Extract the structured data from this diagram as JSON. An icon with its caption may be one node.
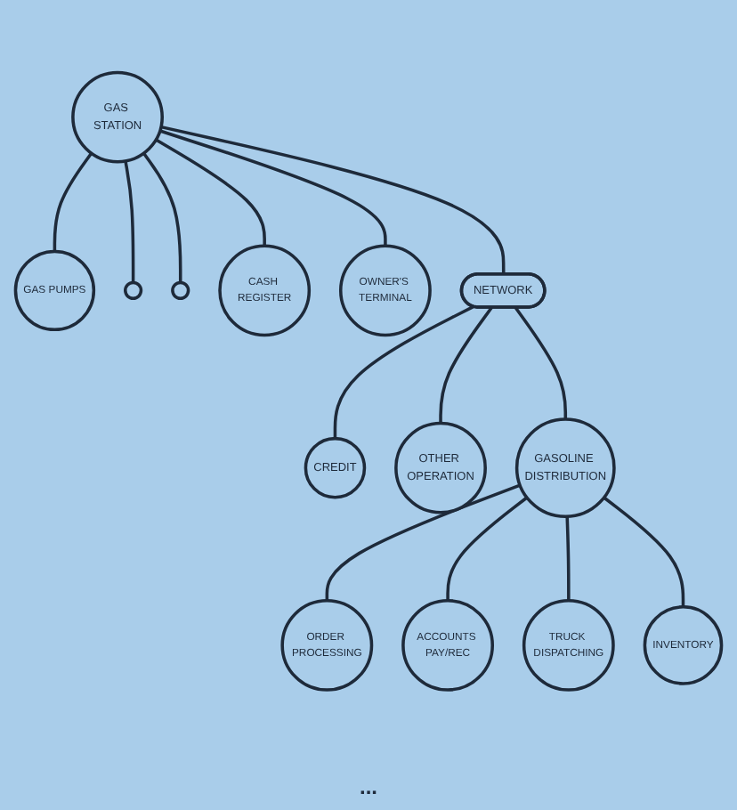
{
  "diagram": {
    "nodes": [
      {
        "text": [
          "GAS STATION"
        ]
      },
      {
        "text": [
          "GAS PUMPS"
        ]
      },
      {
        "text": [],
        "shape": "circle"
      },
      {
        "text": [],
        "shape": "circle"
      },
      {
        "text": [
          "CASH REGISTER"
        ]
      },
      {
        "text": [
          "OWNER'S TERMINAL"
        ]
      },
      {
        "text": [
          "NETWORK"
        ]
      },
      {
        "text": [
          "CREDIT"
        ]
      },
      {
        "text": [
          "OTHER OPERATION"
        ]
      },
      {
        "text": [
          "GASOLINE DISTRIBUTION"
        ]
      },
      {
        "text": [
          "ORDER PROCESSING"
        ]
      },
      {
        "text": [
          "ACCOUNTS PAY/REC"
        ]
      },
      {
        "text": [
          "TRUCK DISPATCHING"
        ]
      },
      {
        "text": [
          "INVENTORY"
        ]
      }
    ],
    "edges": [
      {
        "from": 0,
        "to": 1,
        "arrow": "none"
      },
      {
        "from": 0,
        "to": 2,
        "arrow": "none"
      },
      {
        "from": 0,
        "to": 3,
        "arrow": "none"
      },
      {
        "from": 0,
        "to": 4,
        "arrow": "none"
      },
      {
        "from": 0,
        "to": 5,
        "arrow": "none"
      },
      {
        "from": 0,
        "to": 6,
        "arrow": "none"
      },
      {
        "from": 6,
        "to": 7,
        "arrow": "none"
      },
      {
        "from": 6,
        "to": 8,
        "arrow": "none"
      },
      {
        "from": 6,
        "to": 9,
        "arrow": "none"
      },
      {
        "from": 9,
        "to": 10,
        "arrow": "none"
      },
      {
        "from": 9,
        "to": 11,
        "arrow": "none"
      },
      {
        "from": 9,
        "to": 12,
        "arrow": "none"
      },
      {
        "from": 9,
        "to": 13,
        "arrow": "none"
      }
    ],
    "labels": [
      "..."
    ]
  }
}
